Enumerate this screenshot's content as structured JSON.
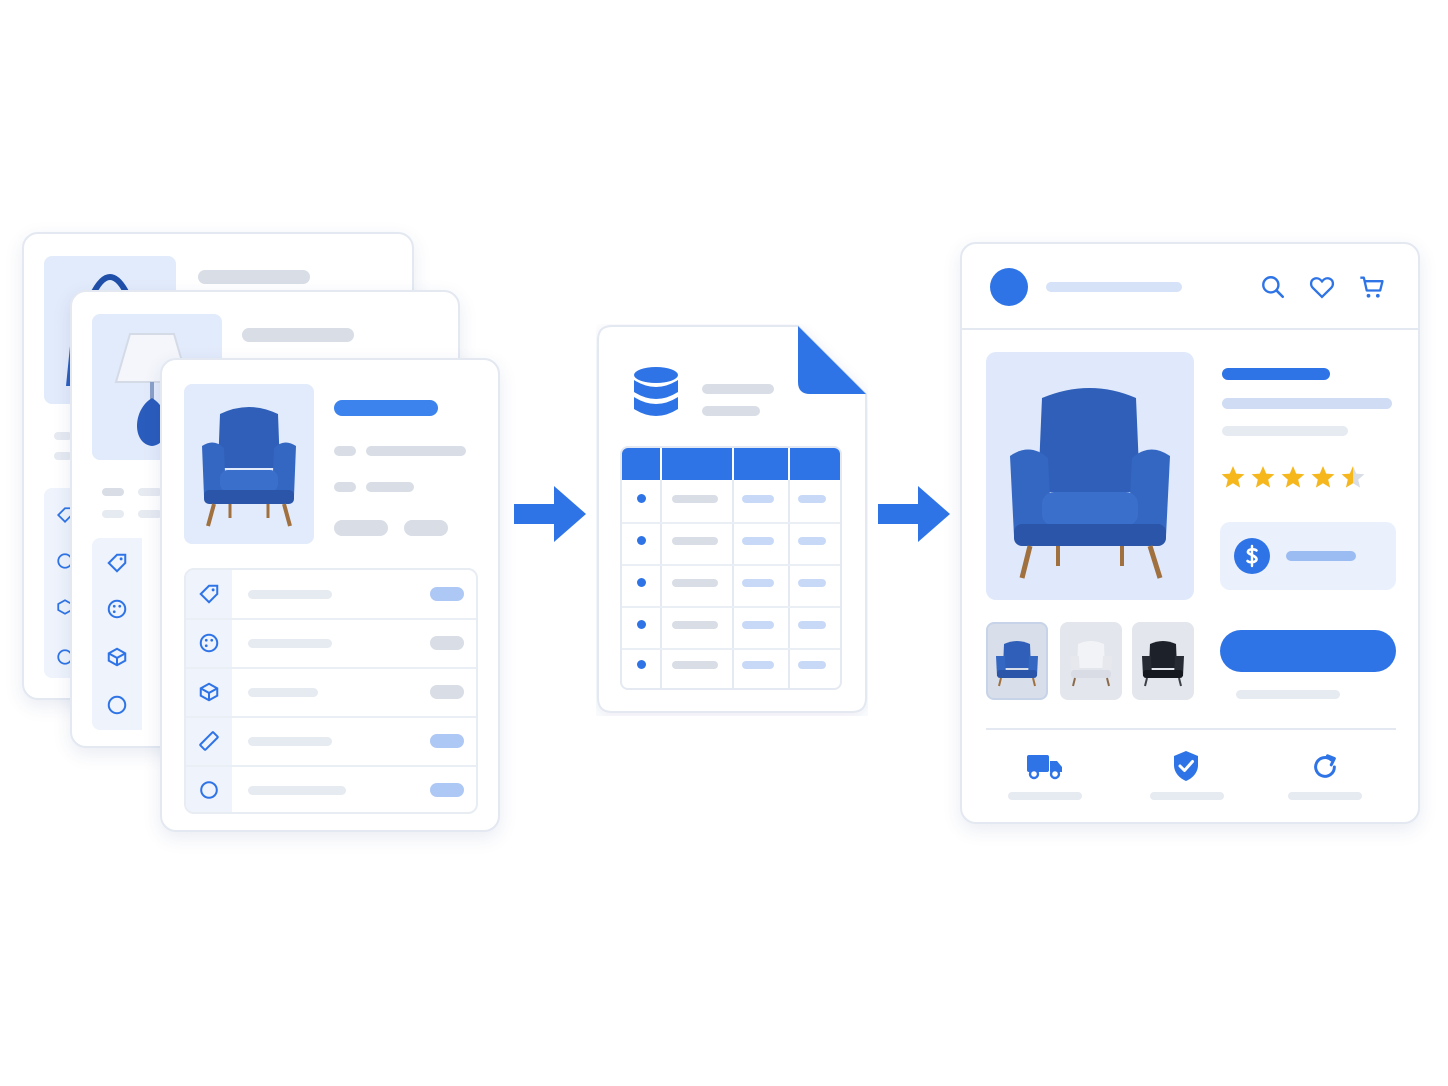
{
  "colors": {
    "accent": "#2f74e6",
    "light_accent": "#adc8f5",
    "neutral": "#d8dde6",
    "star": "#f6b71d"
  },
  "source_cards": {
    "count": 3,
    "icons": [
      "tag-icon",
      "palette-icon",
      "box-icon",
      "ruler-icon",
      "circle-icon"
    ],
    "products": [
      "handbag",
      "lamp",
      "armchair"
    ]
  },
  "database": {
    "icon": "database-icon",
    "table_rows": 5,
    "table_columns": 4
  },
  "product_page": {
    "header_icons": [
      "search-icon",
      "heart-icon",
      "cart-icon"
    ],
    "rating": 4.5,
    "rating_max": 5,
    "price_icon": "dollar-icon",
    "variants": [
      "blue",
      "white",
      "black"
    ],
    "feature_icons": [
      "truck-icon",
      "shield-check-icon",
      "refresh-icon"
    ]
  }
}
